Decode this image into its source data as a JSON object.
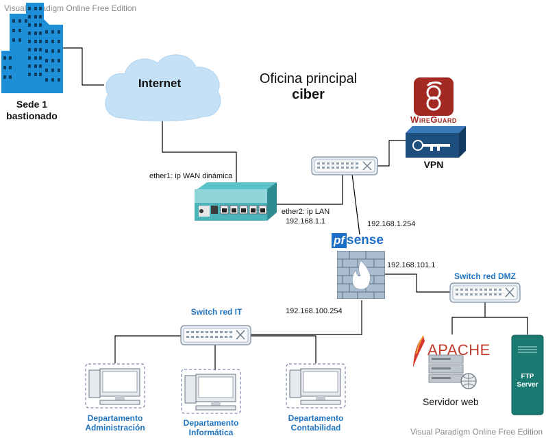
{
  "watermark_top": "Visual Paradigm Online Free Edition",
  "watermark_bottom": "Visual Paradigm Online Free Edition",
  "title": {
    "line1": "Oficina principal",
    "line2": "ciber"
  },
  "sede": {
    "line1": "Sede 1",
    "line2": "bastionado"
  },
  "internet_label": "Internet",
  "vpn": {
    "logo_text": "WireGuard",
    "label": "VPN"
  },
  "router": {
    "ether1": "ether1: ip WAN dinámica",
    "ether2_line1": "ether2: ip LAN",
    "ether2_line2": "192.168.1.1"
  },
  "firewall": {
    "logo_pf": "pf",
    "logo_sense": "sense",
    "ip_top": "192.168.1.254",
    "ip_dmz": "192.168.101.1",
    "ip_it": "192.168.100.254"
  },
  "switch_dmz": "Switch red DMZ",
  "switch_it": "Switch red IT",
  "servers": {
    "apache_text": "APACHE",
    "web_label": "Servidor web",
    "ftp_line1": "FTP",
    "ftp_line2": "Server"
  },
  "departments": [
    {
      "line1": "Departamento",
      "line2": "Administración"
    },
    {
      "line1": "Departamento",
      "line2": "Informática"
    },
    {
      "line1": "Departamento",
      "line2": "Contabilidad"
    }
  ],
  "colors": {
    "link_blue": "#1f74c0",
    "building": "#1e8fd6",
    "cloud": "#c5e1f6",
    "wireguard_red": "#a32a22",
    "vpn_box": "#1e4e7d",
    "ftp_green": "#1a7a72",
    "pf_blue": "#1b6fc7",
    "firewall_bg": "#aabdd0"
  }
}
